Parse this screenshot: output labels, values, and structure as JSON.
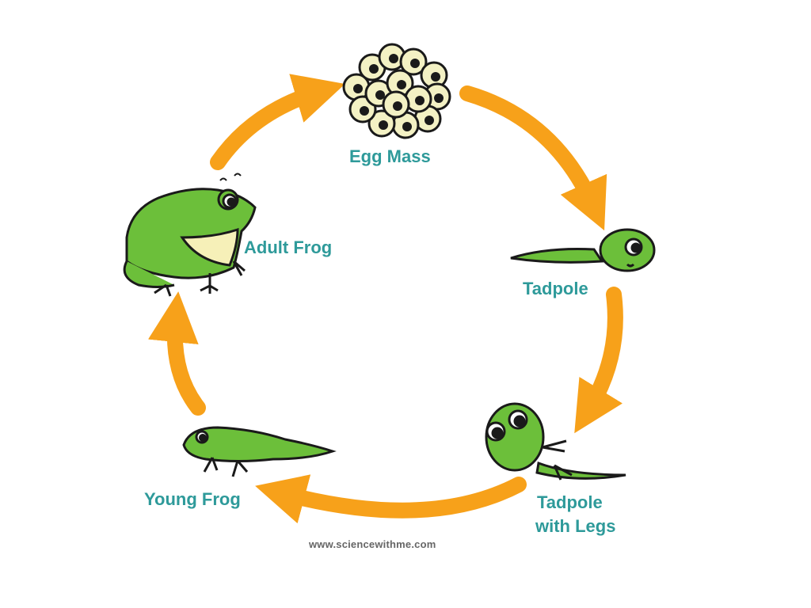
{
  "diagram": {
    "stages": [
      {
        "id": "egg-mass",
        "label": "Egg Mass"
      },
      {
        "id": "tadpole",
        "label": "Tadpole"
      },
      {
        "id": "tadpole-with-legs",
        "label_line1": "Tadpole",
        "label_line2": "with Legs"
      },
      {
        "id": "young-frog",
        "label": "Young Frog"
      },
      {
        "id": "adult-frog",
        "label": "Adult Frog"
      }
    ],
    "footer": "www.sciencewithme.com"
  },
  "colors": {
    "arrow": "#f7a11a",
    "label": "#2e9a9a",
    "frog_green": "#6cbf3a",
    "frog_belly": "#f6f0b8",
    "egg_fill": "#f3f1c4",
    "outline": "#1a1a1a"
  },
  "icons": [
    "egg-mass-icon",
    "tadpole-icon",
    "tadpole-with-legs-icon",
    "young-frog-icon",
    "adult-frog-icon"
  ]
}
